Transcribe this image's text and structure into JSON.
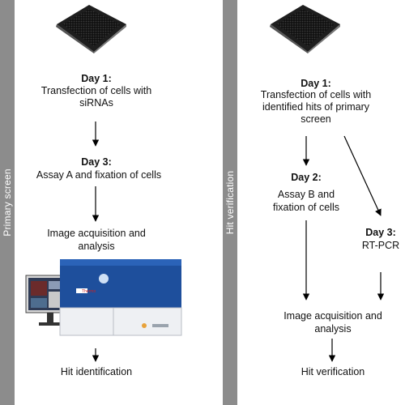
{
  "left": {
    "bar_label": "Primary screen",
    "step1_title": "Day 1:",
    "step1_line1": "Transfection of cells with",
    "step1_line2": "siRNAs",
    "step2_title": "Day 3:",
    "step2_line1": "Assay A and fixation of cells",
    "step3_line1": "Image acquisition and",
    "step3_line2": "analysis",
    "step4": "Hit identification",
    "instrument_brand": "Thermo"
  },
  "right": {
    "bar_label": "Hit verification",
    "step1_title": "Day 1:",
    "step1_line1": "Transfection of cells with",
    "step1_line2": "identified hits of primary",
    "step1_line3": "screen",
    "stepA_title": "Day 2:",
    "stepA_line1": "Assay B and",
    "stepA_line2": "fixation of cells",
    "stepB_title": "Day 3:",
    "stepB_line1": "RT-PCR",
    "step3_line1": "Image acquisition and",
    "step3_line2": "analysis",
    "step4": "Hit verification"
  }
}
